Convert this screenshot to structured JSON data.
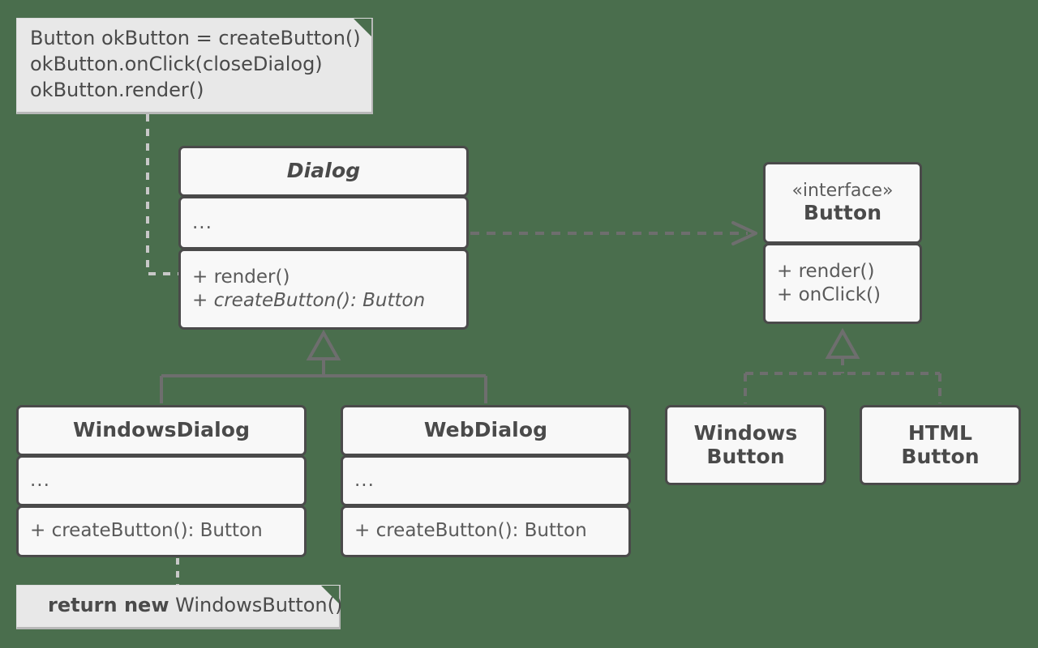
{
  "diagram": {
    "title": "Factory Method UML class diagram",
    "background_color": "#4a6e4d",
    "box_fill": "#f8f8f8",
    "box_border": "#4a4a4a",
    "note_fill": "#e8e8e8",
    "connector_color": "#6e6e6e",
    "note_connector_color": "#c8c8c8"
  },
  "notes": {
    "client_code": {
      "lines": [
        "Button okButton = createButton()",
        "okButton.onClick(closeDialog)",
        "okButton.render()"
      ]
    },
    "factory_return": {
      "keyword": "return new",
      "rest": " WindowsButton()"
    }
  },
  "classes": {
    "dialog": {
      "name": "Dialog",
      "is_abstract": true,
      "fields": "...",
      "methods": [
        {
          "text": "+ render()",
          "abstract": false
        },
        {
          "text": "+ createButton(): Button",
          "abstract": true
        }
      ]
    },
    "button": {
      "stereotype": "«interface»",
      "name": "Button",
      "methods": [
        {
          "text": "+ render()",
          "abstract": false
        },
        {
          "text": "+ onClick()",
          "abstract": false
        }
      ]
    },
    "windows_dialog": {
      "name": "WindowsDialog",
      "fields": "...",
      "methods": [
        {
          "text": "+ createButton(): Button",
          "abstract": false
        }
      ]
    },
    "web_dialog": {
      "name": "WebDialog",
      "fields": "...",
      "methods": [
        {
          "text": "+ createButton(): Button",
          "abstract": false
        }
      ]
    },
    "windows_button": {
      "name_line1": "Windows",
      "name_line2": "Button"
    },
    "html_button": {
      "name_line1": "HTML",
      "name_line2": "Button"
    }
  },
  "relations": [
    {
      "kind": "dependency",
      "from": "Dialog",
      "to": "Button",
      "style": "dashed-open-arrow"
    },
    {
      "kind": "generalization",
      "from": "WindowsDialog",
      "to": "Dialog",
      "style": "solid-hollow-triangle"
    },
    {
      "kind": "generalization",
      "from": "WebDialog",
      "to": "Dialog",
      "style": "solid-hollow-triangle"
    },
    {
      "kind": "realization",
      "from": "WindowsButton",
      "to": "Button",
      "style": "dashed-hollow-triangle"
    },
    {
      "kind": "realization",
      "from": "HTMLButton",
      "to": "Button",
      "style": "dashed-hollow-triangle"
    },
    {
      "kind": "note-link",
      "from": "client-code-note",
      "to": "Dialog",
      "style": "dotted"
    },
    {
      "kind": "note-link",
      "from": "factory-return-note",
      "to": "WindowsDialog",
      "style": "dotted"
    }
  ]
}
